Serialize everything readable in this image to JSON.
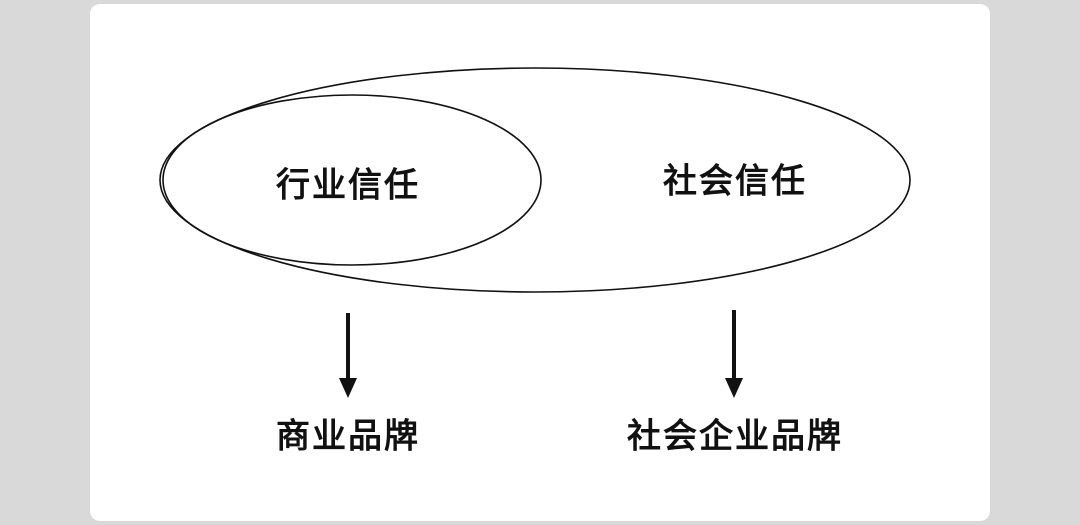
{
  "colors": {
    "page_background": "#d9d9d9",
    "card_background": "#ffffff",
    "line": "#111111",
    "text": "#111111"
  },
  "diagram": {
    "inner_ellipse_label": "行业信任",
    "outer_ellipse_label": "社会信任",
    "left_outcome_label": "商业品牌",
    "right_outcome_label": "社会企业品牌"
  }
}
